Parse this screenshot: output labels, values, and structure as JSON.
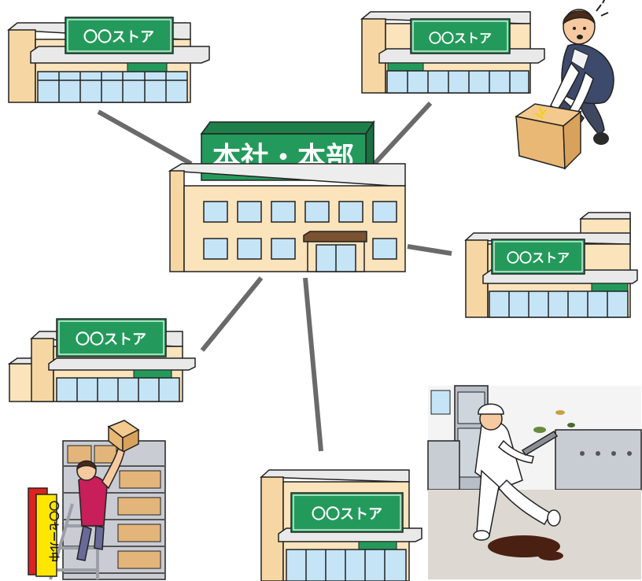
{
  "headquarters": {
    "label": "本社・本部"
  },
  "stores": [
    {
      "sign": "〇〇ストア"
    },
    {
      "sign": "〇〇ストア"
    },
    {
      "sign": "〇〇ストア"
    },
    {
      "sign": "〇〇ストア"
    },
    {
      "sign": "〇〇ストア"
    }
  ],
  "sale_banner": {
    "text": "〇〇セール中"
  },
  "colors": {
    "sign_green": "#239a5b",
    "building_wall": "#fbe3bb",
    "roof": "#e9e9e9",
    "window": "#c5e4f6",
    "connector": "#6a6a6a"
  },
  "icons": [
    "office-building-icon",
    "store-building-icon",
    "worker-lifting-box-icon",
    "worker-on-ladder-icon",
    "worker-slipping-icon"
  ]
}
